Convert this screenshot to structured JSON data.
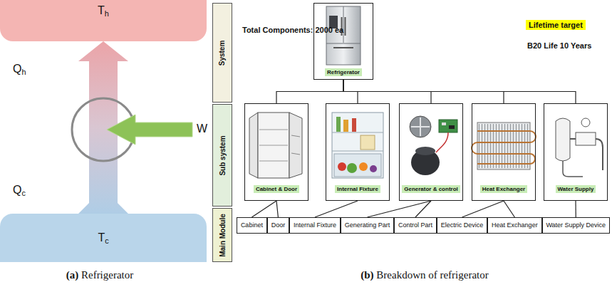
{
  "diagram": {
    "nodes": [
      {
        "text": [
          "Th"
        ]
      },
      {
        "text": [
          "Tc"
        ]
      },
      {
        "text": [
          "System"
        ]
      },
      {
        "text": [
          "Sub system"
        ]
      },
      {
        "text": [
          "Main Module"
        ]
      },
      {
        "text": [
          "Refrigerator"
        ]
      },
      {
        "text": [
          "Cabinet & Door"
        ]
      },
      {
        "text": [
          "Internal Fixture"
        ]
      },
      {
        "text": [
          "Generator & control"
        ]
      },
      {
        "text": [
          "Heat Exchanger"
        ]
      },
      {
        "text": [
          "Water Supply"
        ]
      },
      {
        "text": [
          "Cabinet"
        ]
      },
      {
        "text": [
          "Door"
        ]
      },
      {
        "text": [
          "Internal Fixture"
        ]
      },
      {
        "text": [
          "Generating Part"
        ]
      },
      {
        "text": [
          "Control Part"
        ]
      },
      {
        "text": [
          "Electric Device"
        ]
      },
      {
        "text": [
          "Heat Exchanger"
        ]
      },
      {
        "text": [
          "Water Supply Device"
        ]
      }
    ],
    "edges": [
      {
        "from": 1,
        "to": 0,
        "arrow": "to"
      },
      {
        "from": 5,
        "to": 6,
        "arrow": "none"
      },
      {
        "from": 5,
        "to": 7,
        "arrow": "none"
      },
      {
        "from": 5,
        "to": 8,
        "arrow": "none"
      },
      {
        "from": 5,
        "to": 9,
        "arrow": "none"
      },
      {
        "from": 5,
        "to": 10,
        "arrow": "none"
      },
      {
        "from": 6,
        "to": 11,
        "arrow": "none"
      },
      {
        "from": 6,
        "to": 12,
        "arrow": "none"
      },
      {
        "from": 7,
        "to": 13,
        "arrow": "none"
      },
      {
        "from": 8,
        "to": 14,
        "arrow": "none"
      },
      {
        "from": 8,
        "to": 15,
        "arrow": "none"
      },
      {
        "from": 9,
        "to": 16,
        "arrow": "none"
      },
      {
        "from": 9,
        "to": 17,
        "arrow": "none"
      },
      {
        "from": 10,
        "to": 18,
        "arrow": "none"
      }
    ],
    "labels": [
      "Qh",
      "Qc",
      "W",
      "Total Components: 2000 ea",
      "Lifetime target",
      "B20 Life 10 Years",
      "(a) Refrigerator",
      "(b) Breakdown of refrigerator"
    ]
  }
}
